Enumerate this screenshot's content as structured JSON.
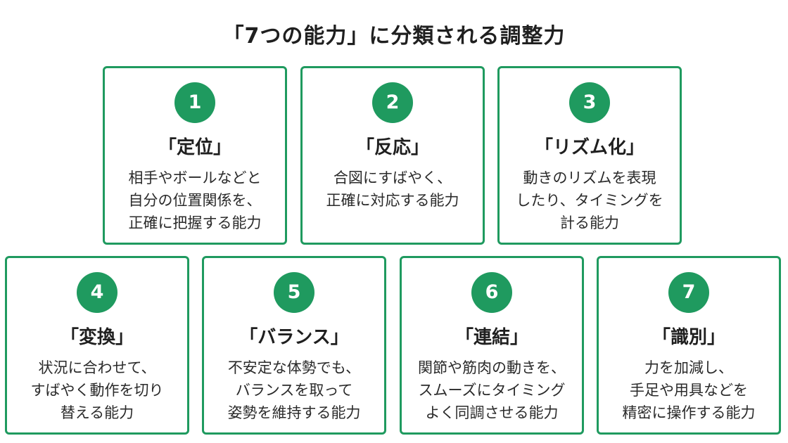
{
  "title": "「7つの能力」に分類される調整力",
  "accent_color": "#1f9a5f",
  "cards": [
    {
      "number": "1",
      "name": "「定位」",
      "lines": [
        "相手やボールなどと",
        "自分の位置関係を、",
        "正確に把握する能力"
      ]
    },
    {
      "number": "2",
      "name": "「反応」",
      "lines": [
        "合図にすばやく、",
        "正確に対応する能力"
      ]
    },
    {
      "number": "3",
      "name": "「リズム化」",
      "lines": [
        "動きのリズムを表現",
        "したり、タイミングを",
        "計る能力"
      ]
    },
    {
      "number": "4",
      "name": "「変換」",
      "lines": [
        "状況に合わせて、",
        "すばやく動作を切り",
        "替える能力"
      ]
    },
    {
      "number": "5",
      "name": "「バランス」",
      "lines": [
        "不安定な体勢でも、",
        "バランスを取って",
        "姿勢を維持する能力"
      ]
    },
    {
      "number": "6",
      "name": "「連結」",
      "lines": [
        "関節や筋肉の動きを、",
        "スムーズにタイミング",
        "よく同調させる能力"
      ]
    },
    {
      "number": "7",
      "name": "「識別」",
      "lines": [
        "力を加減し、",
        "手足や用具などを",
        "精密に操作する能力"
      ]
    }
  ]
}
